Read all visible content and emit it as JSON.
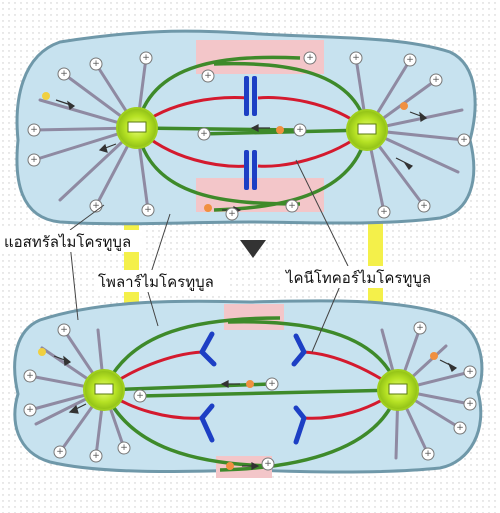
{
  "labels": {
    "astral": "แอสทรัลไมโครทูบูล",
    "polar": "โพลาร์ไมโครทูบูล",
    "kinetochore": "ไคนีโทคอร์ไมโครทูบูล"
  },
  "plus_sign": "+",
  "colors": {
    "cell_fill": "#c7e2ef",
    "cell_stroke": "#6f98a9",
    "pole": "#b6e224",
    "kinetochore_mt": "#d41a2e",
    "polar_mt": "#3e8a2a",
    "astral_mt": "#8f8aa2",
    "chromosome": "#1d3fc4",
    "overlap_zone": "#f3c6c9",
    "yellow_bar": "#f4f04a",
    "arrow_down": "#333333"
  },
  "icons": [
    "plus-end-icon",
    "down-arrow-icon",
    "spindle-pole-icon",
    "motor-protein-icon"
  ]
}
